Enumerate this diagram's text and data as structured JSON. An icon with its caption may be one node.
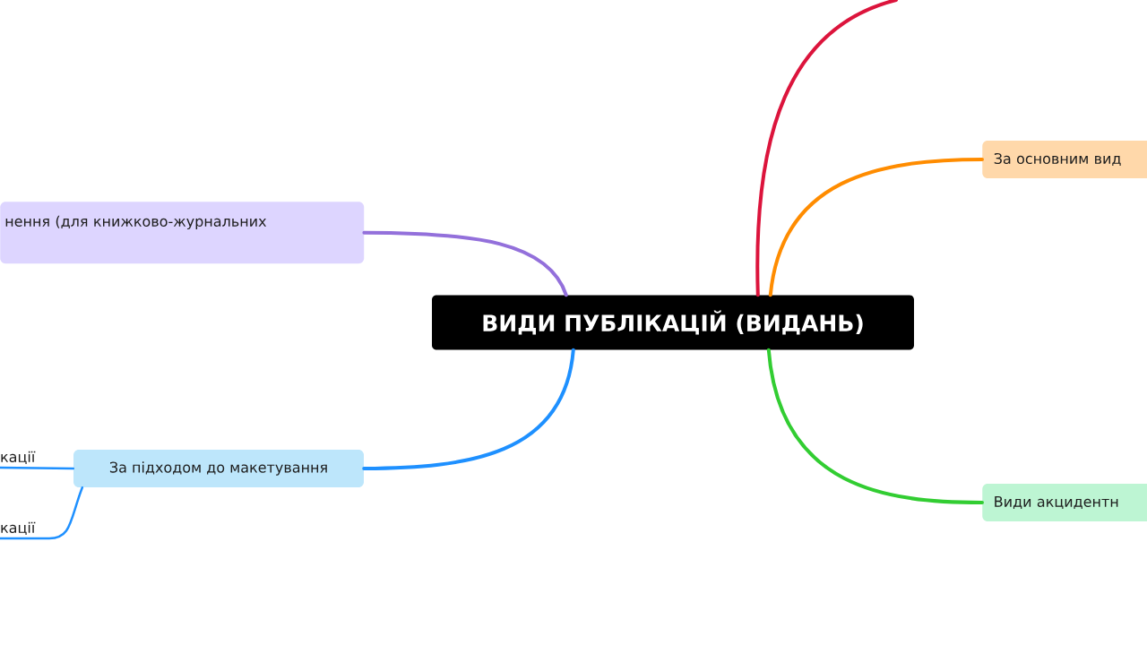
{
  "diagram": {
    "nodes": [
      {
        "text": [
          "ВИДИ ПУБЛІКАЦІЙ (ВИДАНЬ)"
        ]
      },
      {
        "text": [
          "нення (для книжково-журнальних"
        ]
      },
      {
        "text": [
          "За підходом до макетування"
        ]
      },
      {
        "text": [
          "кації"
        ]
      },
      {
        "text": [
          "кації"
        ]
      },
      {
        "text": [
          "За основним вид"
        ]
      },
      {
        "text": [
          "Види акцидентн"
        ]
      }
    ],
    "edges": [
      {
        "from": 0,
        "to": 1,
        "arrow": "none",
        "color": "#9370db"
      },
      {
        "from": 0,
        "to": 2,
        "arrow": "none",
        "color": "#1e90ff"
      },
      {
        "from": 2,
        "to": 3,
        "arrow": "none",
        "color": "#1e90ff"
      },
      {
        "from": 2,
        "to": 4,
        "arrow": "none",
        "color": "#1e90ff"
      },
      {
        "from": 0,
        "to": null,
        "arrow": "none",
        "color": "#dc143c"
      },
      {
        "from": 0,
        "to": 5,
        "arrow": "none",
        "color": "#ff8c00"
      },
      {
        "from": 0,
        "to": 6,
        "arrow": "none",
        "color": "#32cd32"
      }
    ]
  }
}
